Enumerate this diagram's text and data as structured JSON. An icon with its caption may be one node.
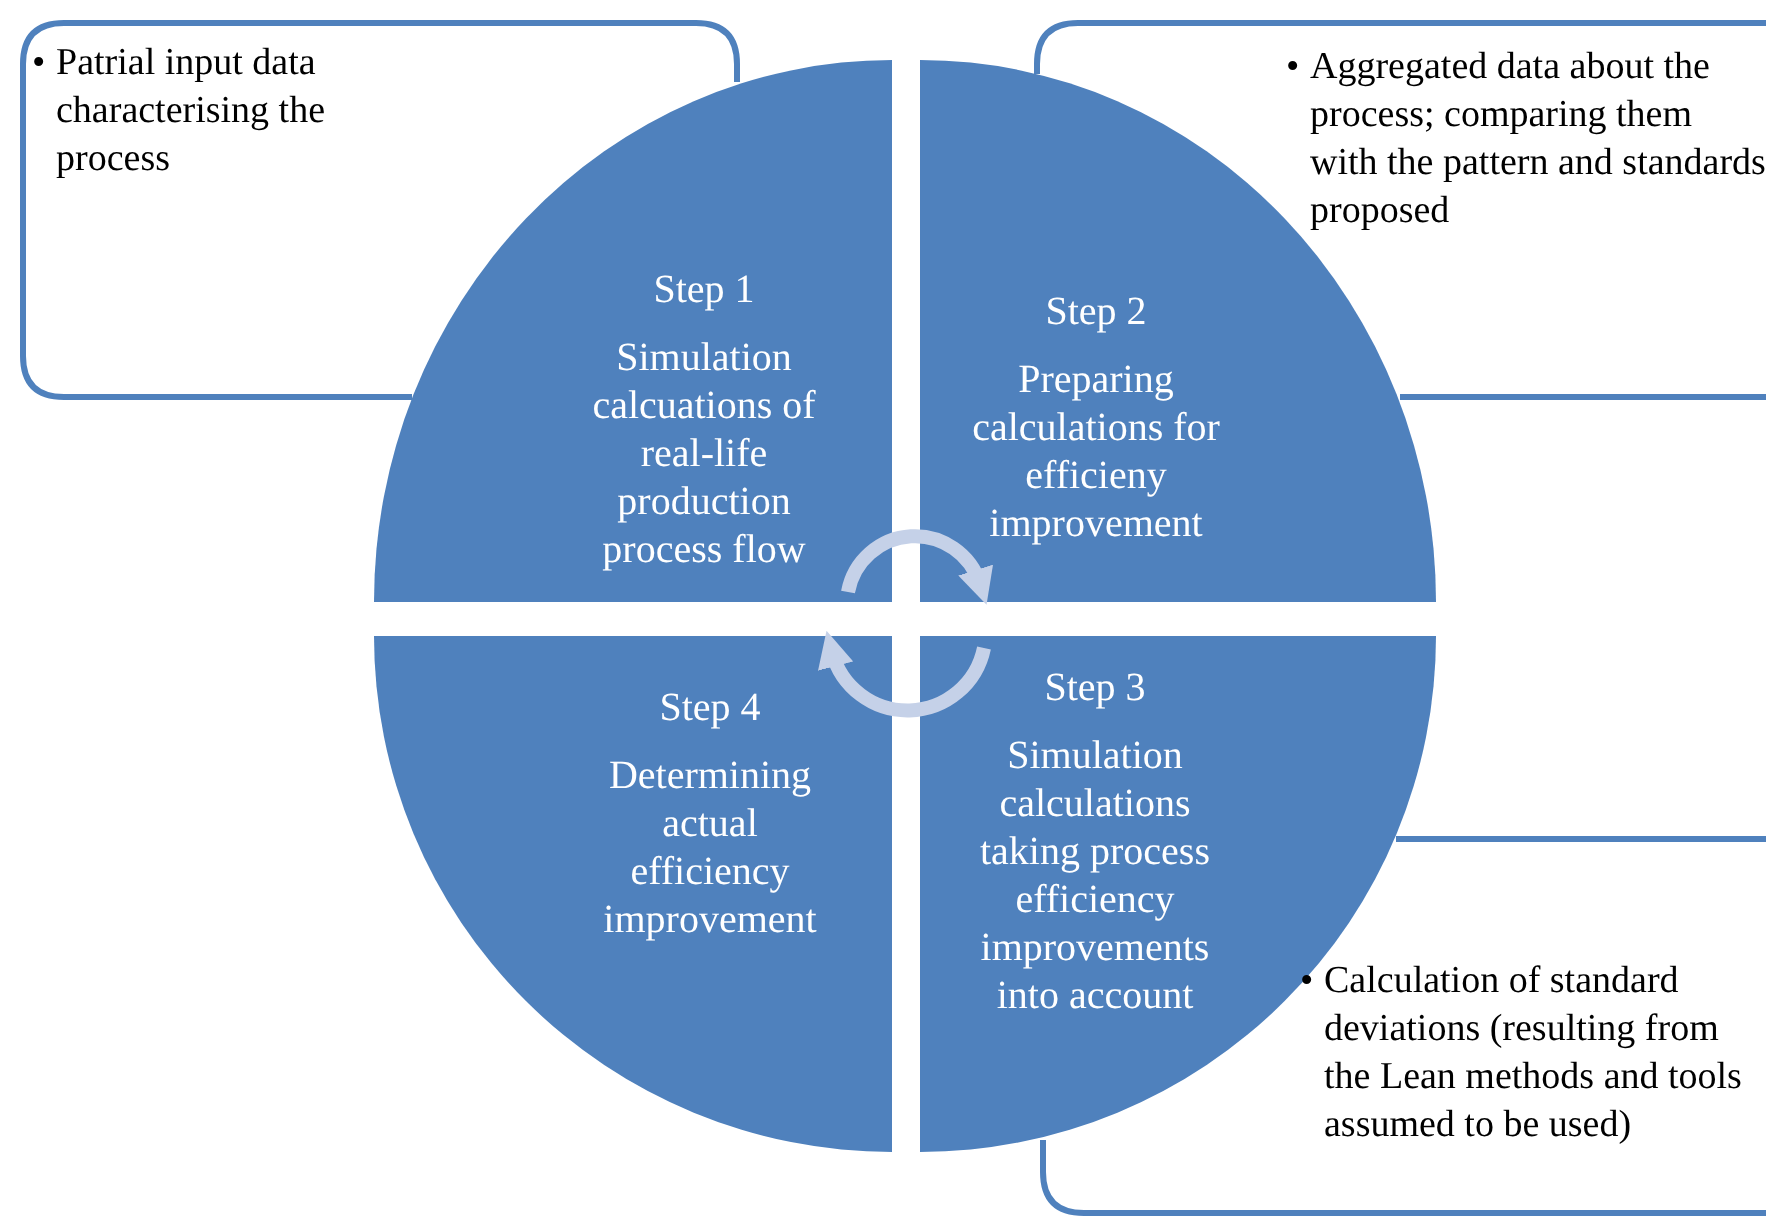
{
  "diagram": {
    "nodes": [
      {
        "text": [
          "Step 1",
          "Simulation calcuations of real-life production process flow"
        ]
      },
      {
        "text": [
          "Step 2",
          "Preparing calculations for efficieny improvement"
        ]
      },
      {
        "text": [
          "Step 3",
          "Simulation calculations taking process efficiency improvements into account"
        ]
      },
      {
        "text": [
          "Step 4",
          "Determining actual efficiency improvement"
        ]
      },
      {
        "text": [
          "•",
          "Patrial input data characterising the process"
        ]
      },
      {
        "text": [
          "•",
          "Aggregated data about the process; comparing them with the pattern and standards proposed"
        ]
      },
      {
        "text": [
          "•",
          "Calculation of standard deviations (resulting from the Lean methods and tools assumed to be used)"
        ]
      }
    ],
    "edges": [
      {
        "from": 0,
        "to": 1,
        "arrow": "to"
      },
      {
        "from": 2,
        "to": 3,
        "arrow": "to"
      }
    ]
  }
}
